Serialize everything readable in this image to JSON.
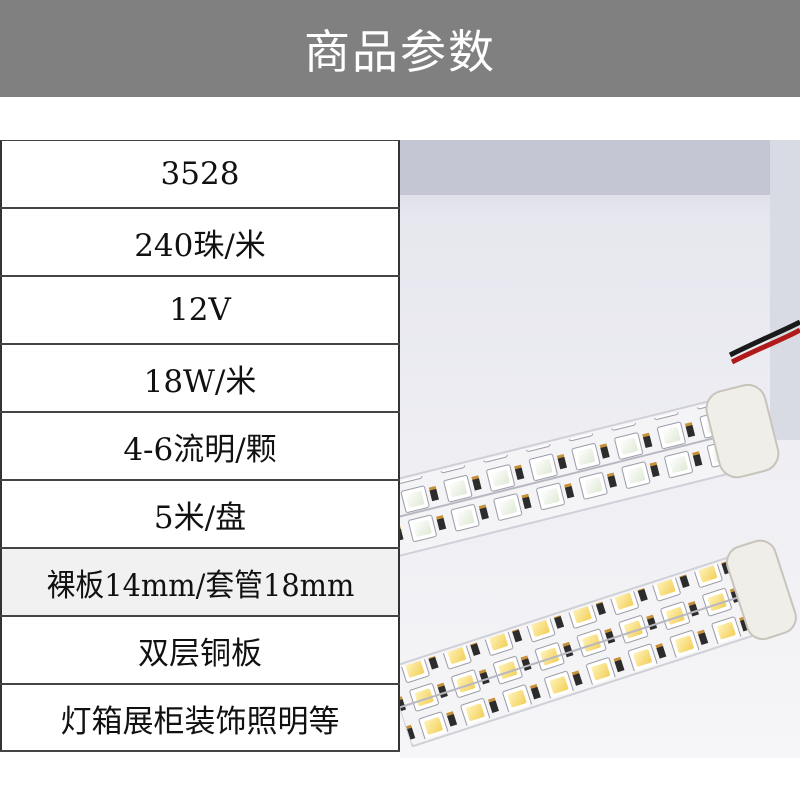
{
  "header": {
    "title": "商品参数"
  },
  "rows": [
    {
      "value": "3528"
    },
    {
      "value": "240珠/米"
    },
    {
      "value": "12V"
    },
    {
      "value": "18W/米"
    },
    {
      "value": "4-6流明/颗"
    },
    {
      "value": "5米/盘"
    },
    {
      "value": "裸板14mm/套管18mm"
    },
    {
      "value": "双层铜板"
    },
    {
      "value": "灯箱展柜装饰照明等"
    }
  ],
  "colors": {
    "header_bg": "#808080",
    "header_text": "#ffffff",
    "row_shade": "#f1f1f1",
    "border": "#333333"
  },
  "icons": {
    "photo": "led-strip-photo"
  }
}
